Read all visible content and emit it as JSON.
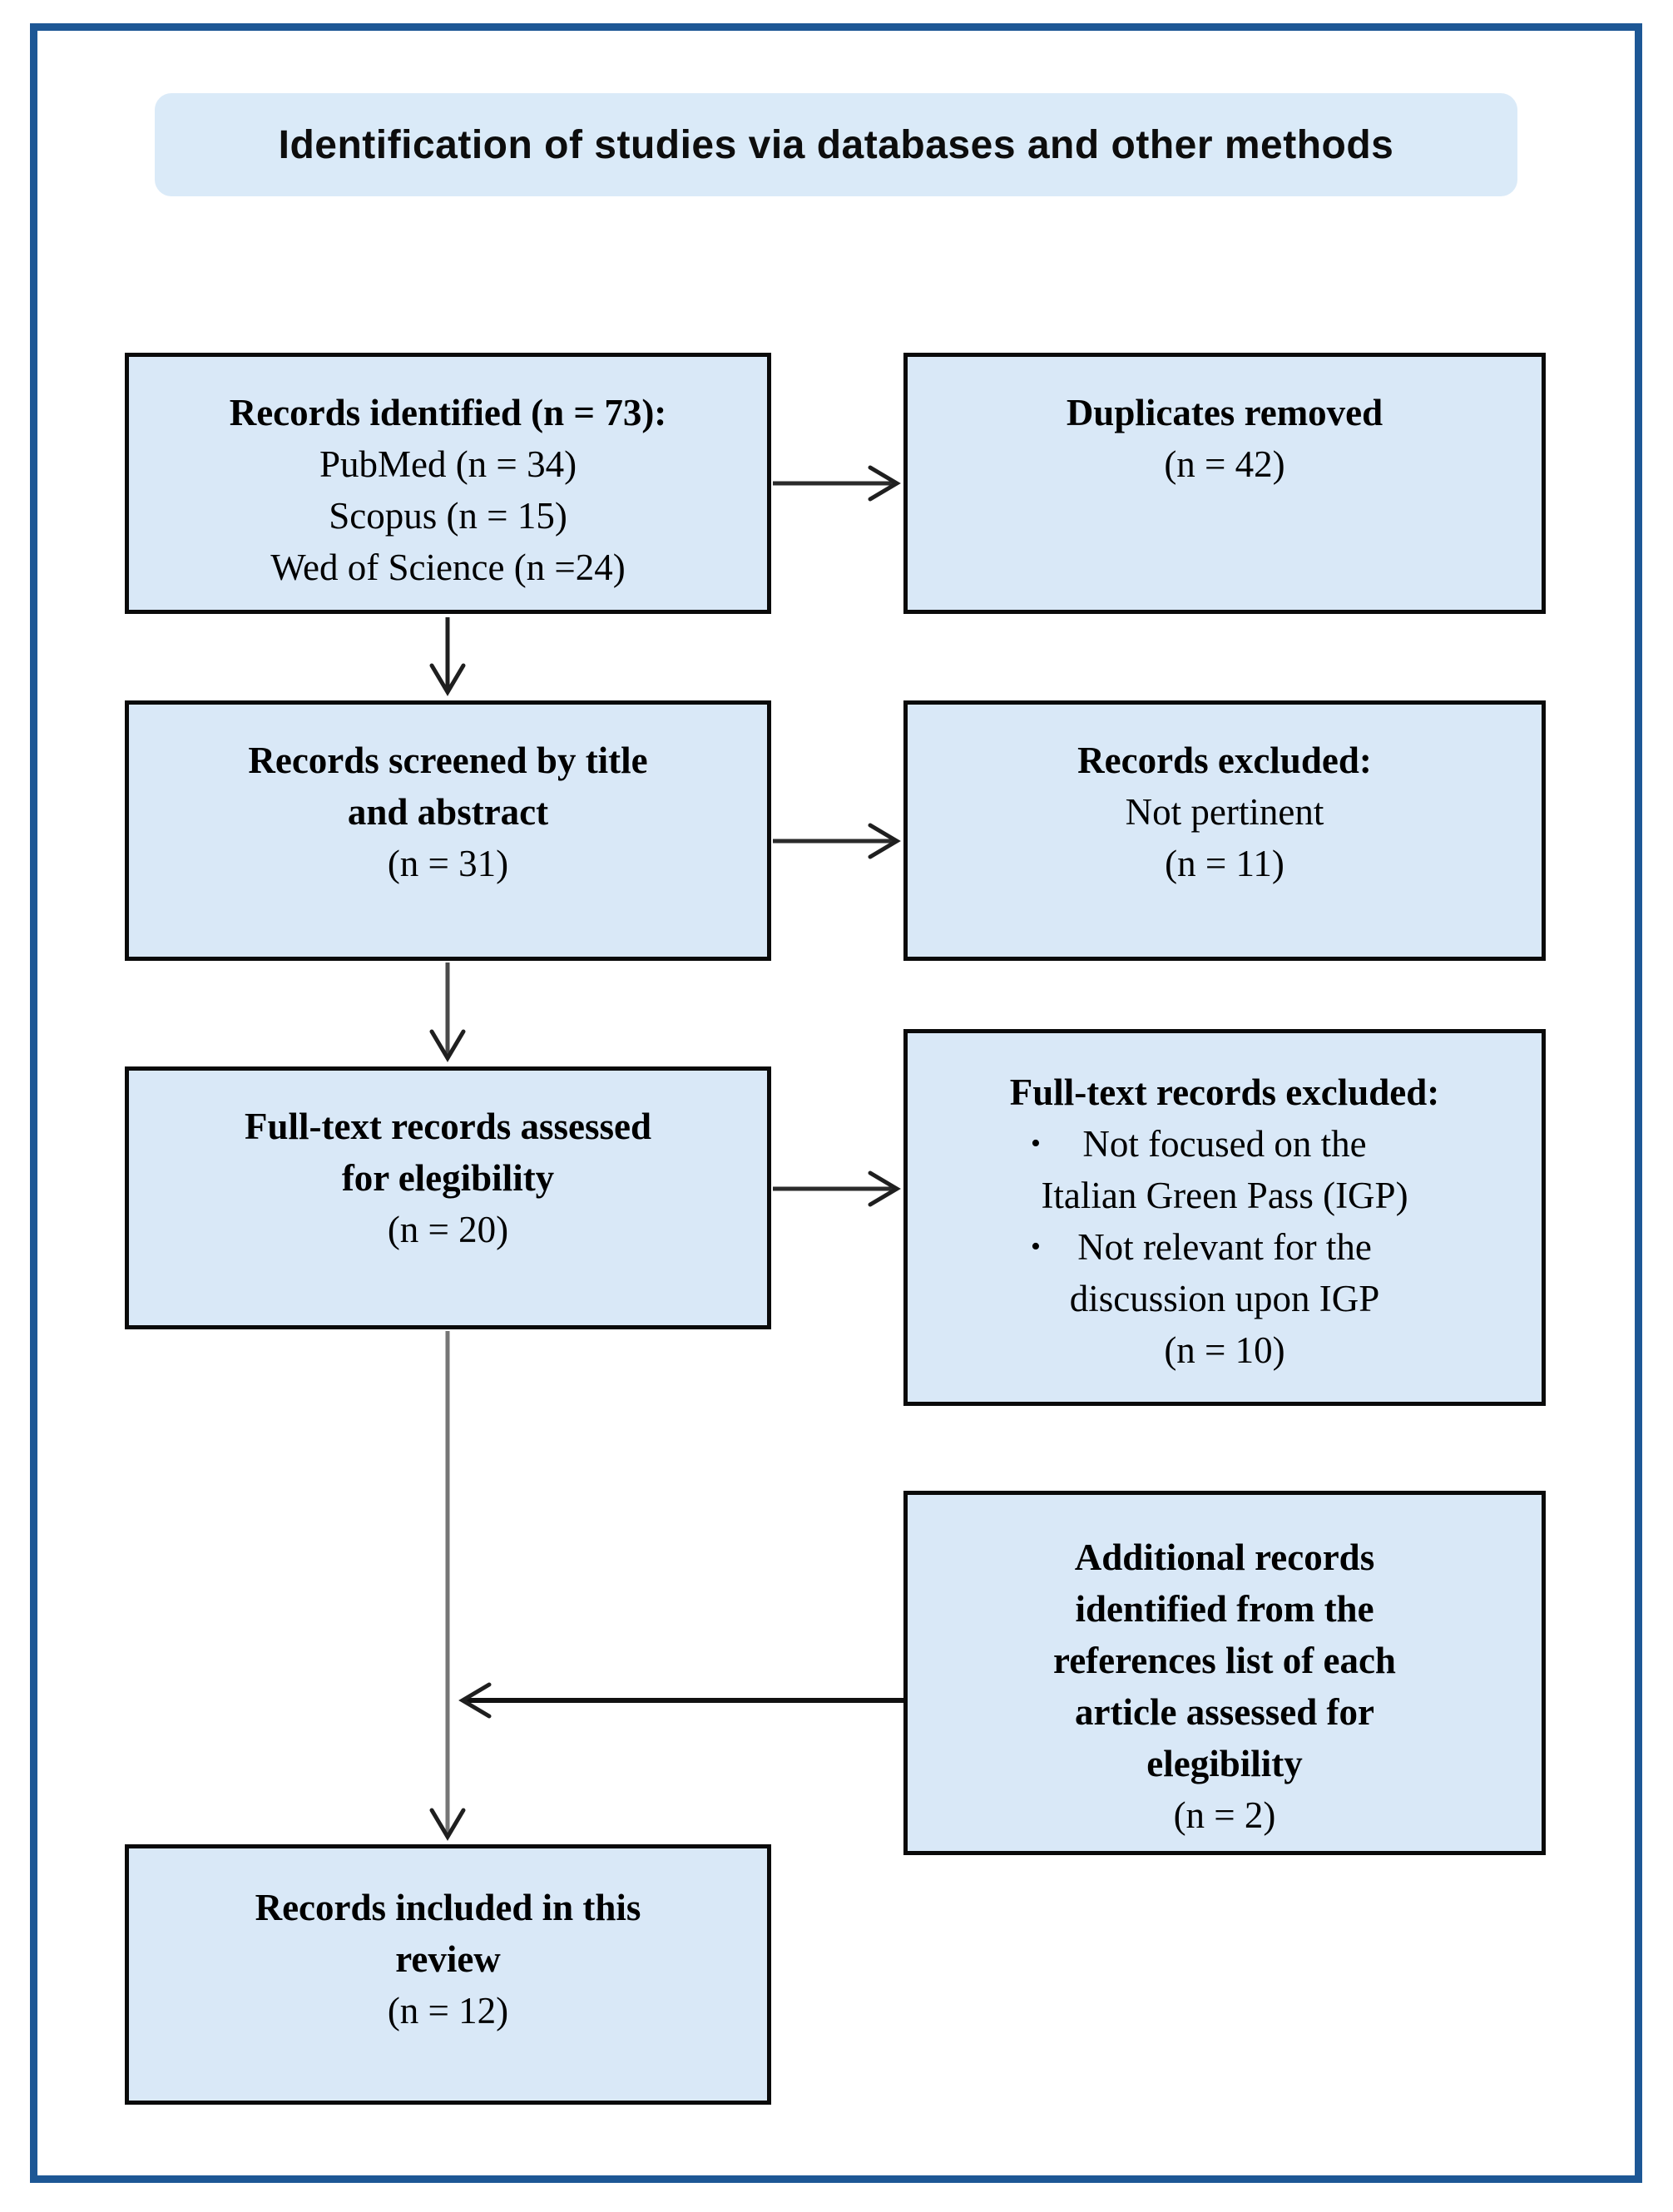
{
  "banner": {
    "title": "Identification of studies via databases and other methods"
  },
  "bullet_glyph": "•",
  "boxes": {
    "records_identified": {
      "lines": [
        "Records identified (n = 73):",
        "PubMed (n = 34)",
        "Scopus (n = 15)",
        "Wed of Science (n =24)"
      ]
    },
    "duplicates_removed": {
      "lines": [
        "Duplicates removed",
        "(n = 42)"
      ]
    },
    "records_screened": {
      "lines": [
        "Records screened by title",
        "and abstract",
        "(n = 31)"
      ]
    },
    "records_excluded": {
      "lines": [
        "Records excluded:",
        "Not pertinent",
        "(n = 11)"
      ]
    },
    "fulltext_assessed": {
      "lines": [
        "Full-text records assessed",
        "for elegibility",
        "(n = 20)"
      ]
    },
    "fulltext_excluded": {
      "lines": [
        "Full-text records excluded:",
        "Not focused on the",
        "Italian Green Pass (IGP)",
        "Not relevant for the",
        "discussion upon IGP",
        "(n = 10)"
      ]
    },
    "additional_records": {
      "lines": [
        "Additional records",
        "identified from the",
        "references list of each",
        "article assessed for",
        "elegibility",
        "(n = 2)"
      ]
    },
    "records_included": {
      "lines": [
        "Records included in this",
        "review",
        "(n = 12)"
      ]
    }
  },
  "colors": {
    "box_fill": "#d9e8f7",
    "banner_fill": "#daeaf8",
    "outer_border": "#1d5795",
    "box_border": "#0a0a0a",
    "arrow": "#2b2b2b",
    "long_arrow": "#767676"
  }
}
